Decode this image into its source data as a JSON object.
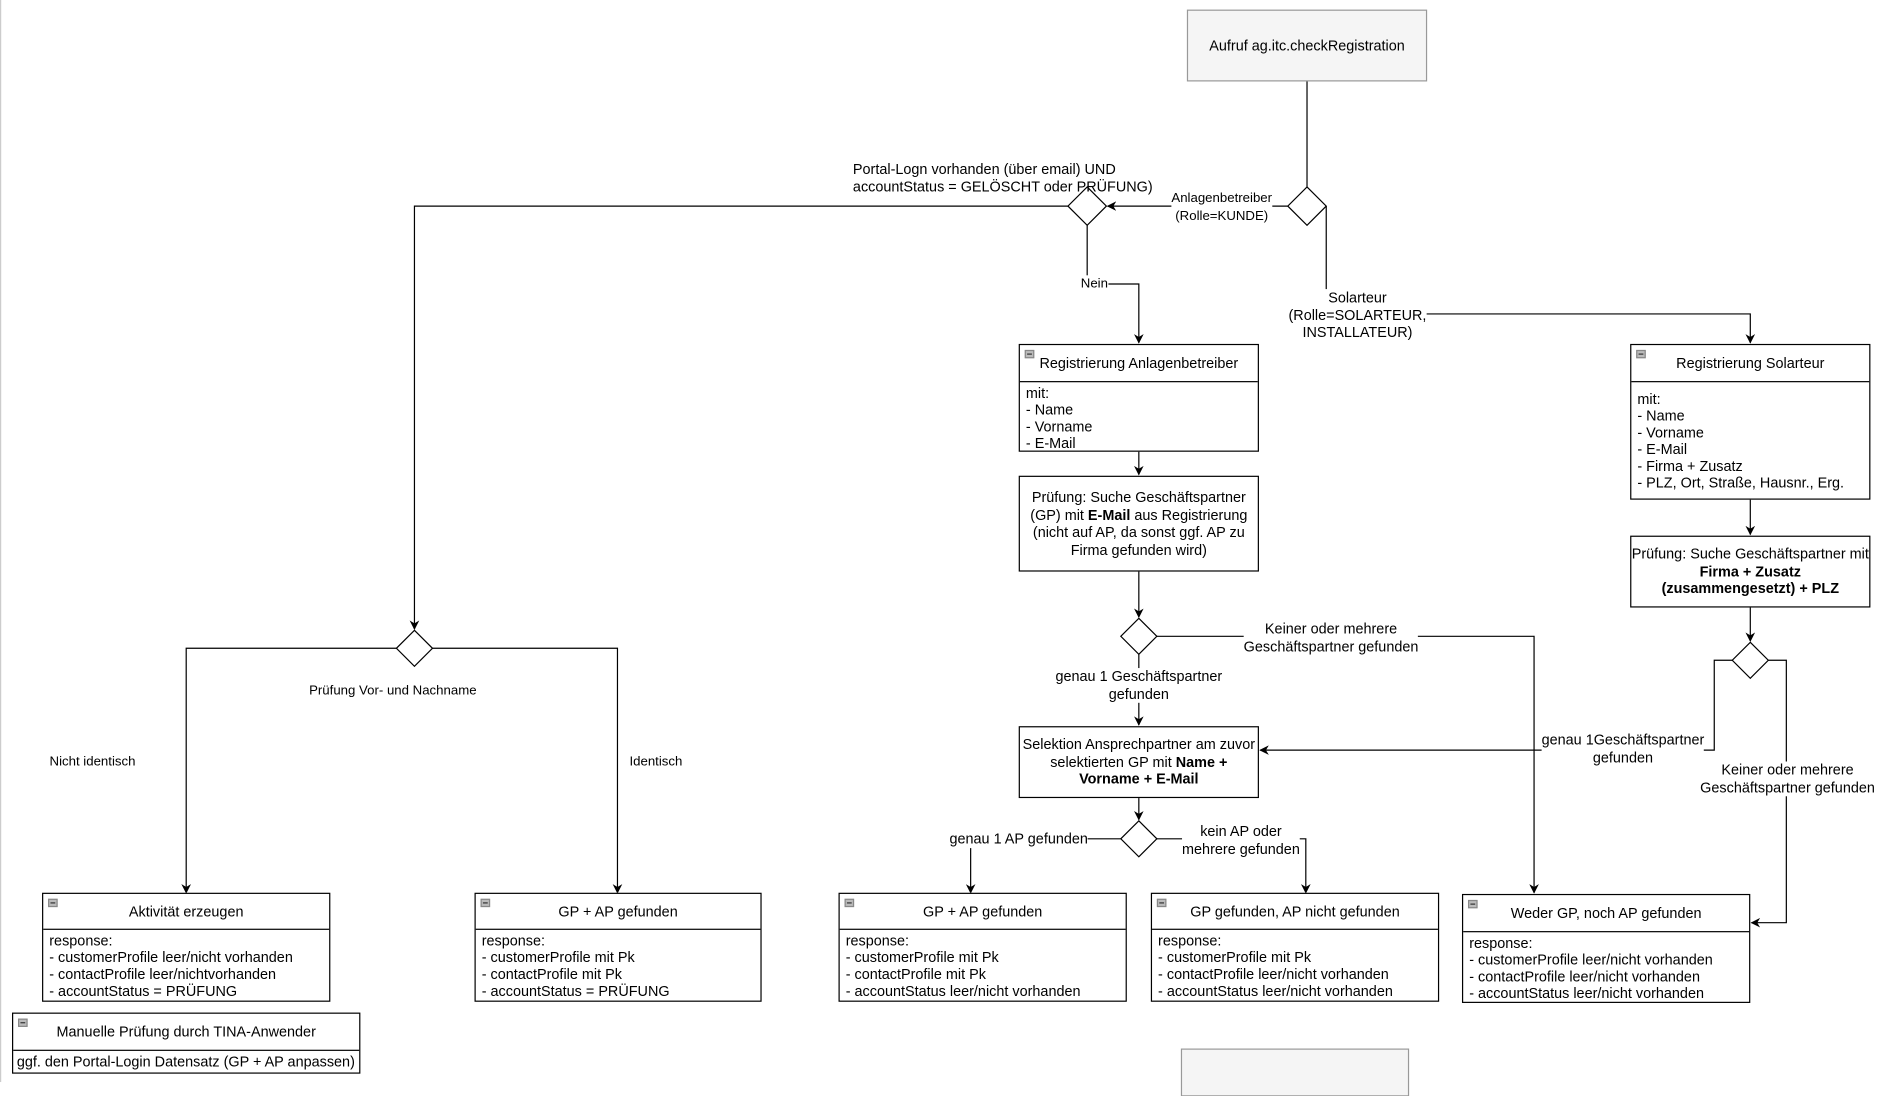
{
  "start": {
    "title": "Aufruf ag.itc.checkRegistration"
  },
  "labels": {
    "portal_login": [
      "Portal-Logn vorhanden (über email) UND",
      "accountStatus = GELÖSCHT oder PRÜFUNG)"
    ],
    "anlagenbetreiber": [
      "Anlagenbetreiber",
      "(Rolle=KUNDE)"
    ],
    "nein": "Nein",
    "solarteur": [
      "Solarteur",
      "(Rolle=SOLARTEUR,",
      "INSTALLATEUR)"
    ],
    "pruefung_name": "Prüfung Vor- und Nachname",
    "nicht_identisch": "Nicht identisch",
    "identisch": "Identisch",
    "keiner_mehrere_1": [
      "Keiner oder mehrere",
      "Geschäftspartner gefunden"
    ],
    "genau1_gp": [
      "genau 1 Geschäftspartner",
      "gefunden"
    ],
    "genau1_ap": "genau 1 AP gefunden",
    "kein_ap": [
      "kein AP oder",
      "mehrere gefunden"
    ],
    "genau1_gp_sol": [
      "genau 1Geschäftspartner",
      "gefunden"
    ],
    "keiner_mehrere_2": [
      "Keiner oder mehrere",
      "Geschäftspartner gefunden"
    ]
  },
  "reg_anlagenbetreiber": {
    "title": "Registrierung Anlagenbetreiber",
    "lines": [
      "mit:",
      "- Name",
      "- Vorname",
      "- E-Mail"
    ]
  },
  "pruefung_email": {
    "parts": [
      "Prüfung: Suche Geschäftspartner",
      "(GP) mit ",
      "E-Mail",
      " aus Registrierung",
      "(nicht auf AP, da sonst ggf. AP zu",
      "Firma gefunden wird)"
    ]
  },
  "selektion": {
    "parts": [
      "Selektion Ansprechpartner am zuvor",
      "selektierten GP mit ",
      "Name +",
      "Vorname + E-Mail"
    ]
  },
  "reg_solarteur": {
    "title": "Registrierung Solarteur",
    "lines": [
      "mit:",
      "- Name",
      "- Vorname",
      "- E-Mail",
      "- Firma + Zusatz",
      "- PLZ, Ort, Straße, Hausnr., Erg."
    ]
  },
  "pruefung_firma": {
    "parts": [
      "Prüfung: Suche Geschäftspartner mit",
      "Firma + Zusatz",
      "(zusammengesetzt) + PLZ"
    ]
  },
  "results": [
    {
      "title": "Aktivität erzeugen",
      "lines": [
        "response:",
        "- customerProfile leer/nicht vorhanden",
        "- contactProfile leer/nichtvorhanden",
        "- accountStatus = PRÜFUNG"
      ]
    },
    {
      "title": "GP + AP gefunden",
      "lines": [
        "response:",
        "- customerProfile mit Pk",
        "- contactProfile mit Pk",
        "- accountStatus = PRÜFUNG"
      ]
    },
    {
      "title": "GP + AP gefunden",
      "lines": [
        "response:",
        "- customerProfile mit Pk",
        "- contactProfile mit Pk",
        "- accountStatus leer/nicht vorhanden"
      ]
    },
    {
      "title": "GP gefunden, AP nicht gefunden",
      "lines": [
        "response:",
        "- customerProfile mit Pk",
        "- contactProfile leer/nicht vorhanden",
        "- accountStatus leer/nicht vorhanden"
      ]
    },
    {
      "title": "Weder GP, noch AP gefunden",
      "lines": [
        "response:",
        "- customerProfile leer/nicht vorhanden",
        "- contactProfile leer/nicht vorhanden",
        "- accountStatus leer/nicht vorhanden"
      ]
    }
  ],
  "manuell": {
    "title": "Manuelle Prüfung durch TINA-Anwender",
    "line": "ggf. den Portal-Login Datensatz (GP + AP anpassen)"
  },
  "colors": {
    "start_fill": "#f5f5f5",
    "start_border": "#999999",
    "line": "#000000"
  }
}
